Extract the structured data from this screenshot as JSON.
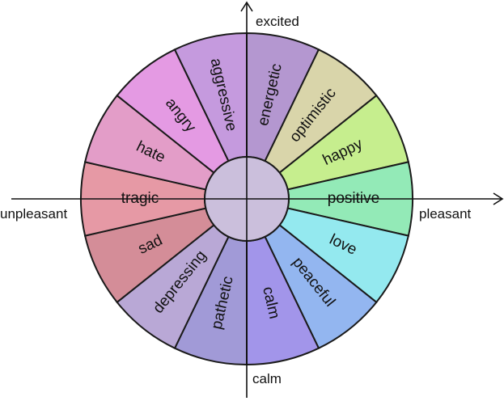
{
  "axes": {
    "top": "excited",
    "bottom": "calm",
    "left": "unpleasant",
    "right": "pleasant"
  },
  "hub_color": "#cbbfdc",
  "segments": [
    {
      "label": "energetic",
      "color": "#b497d0"
    },
    {
      "label": "optimistic",
      "color": "#d9d5aa"
    },
    {
      "label": "happy",
      "color": "#c6ee8e"
    },
    {
      "label": "positive",
      "color": "#93eab7"
    },
    {
      "label": "love",
      "color": "#94e9ef"
    },
    {
      "label": "peaceful",
      "color": "#93b6f0"
    },
    {
      "label": "calm",
      "color": "#a295ea"
    },
    {
      "label": "pathetic",
      "color": "#a19ad7"
    },
    {
      "label": "depressing",
      "color": "#b9a8d6"
    },
    {
      "label": "sad",
      "color": "#d48d98"
    },
    {
      "label": "tragic",
      "color": "#e699a5"
    },
    {
      "label": "hate",
      "color": "#e39dc8"
    },
    {
      "label": "angry",
      "color": "#e49ae3"
    },
    {
      "label": "aggressive",
      "color": "#c59ade"
    }
  ]
}
